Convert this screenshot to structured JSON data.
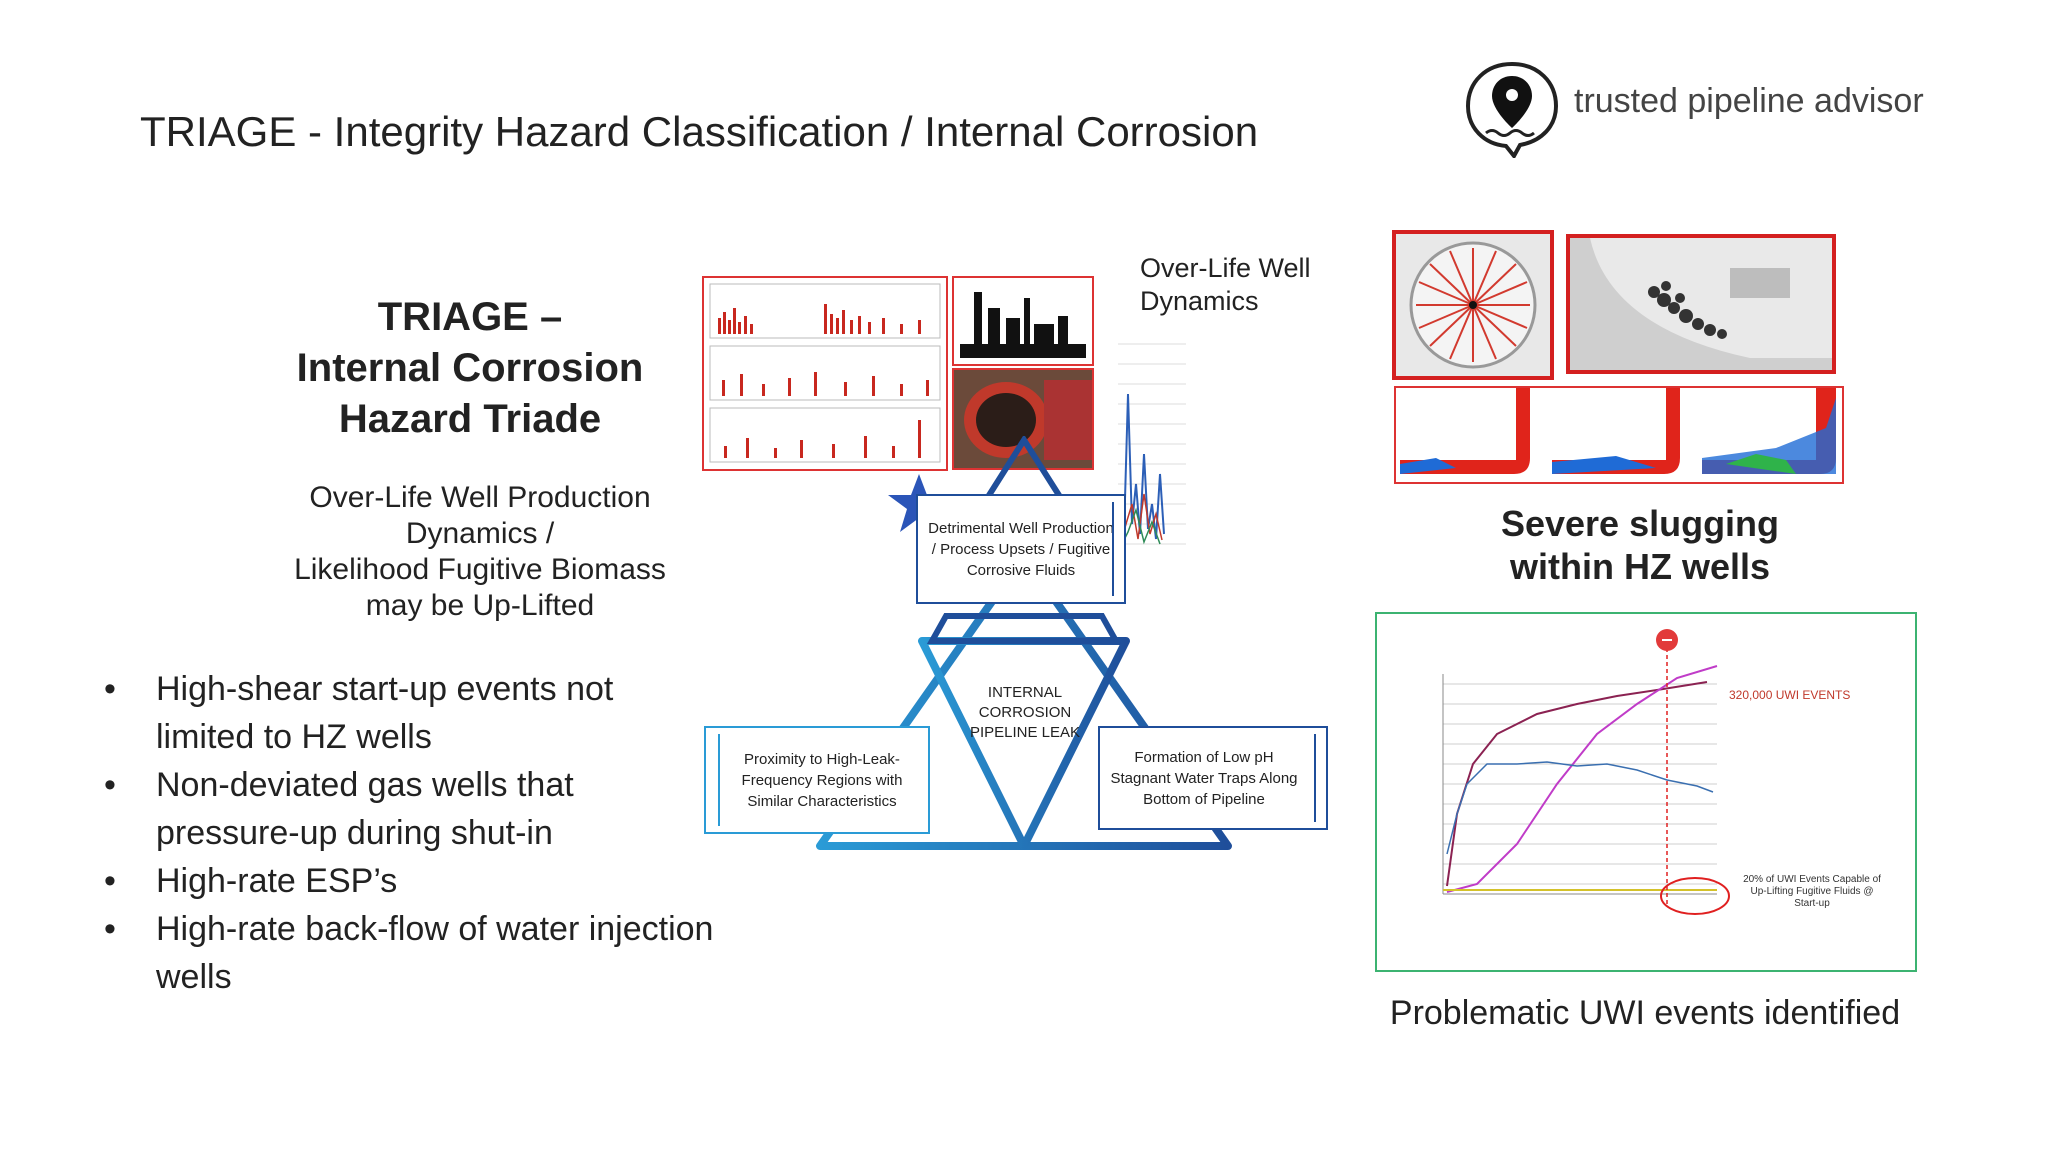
{
  "slide": {
    "title": "TRIAGE - Integrity Hazard Classification / Internal Corrosion"
  },
  "logo": {
    "brand_text": "trusted pipeline advisor",
    "icon": "map-pin-speech-bubble-icon"
  },
  "triade": {
    "heading_lines": [
      "TRIAGE –",
      "Internal Corrosion",
      "Hazard Triade"
    ],
    "subheading_lines": [
      "Over-Life Well Production",
      "Dynamics /",
      "Likelihood Fugitive Biomass",
      "may be Up-Lifted"
    ]
  },
  "bullets": [
    "High-shear start-up events not limited to HZ wells",
    "Non-deviated gas wells that pressure-up during shut-in",
    "High-rate ESP’s",
    "High-rate back-flow of water injection wells"
  ],
  "triangle": {
    "top_box": "Detrimental Well Production / Process Upsets / Fugitive Corrosive Fluids",
    "left_box": "Proximity to High-Leak-Frequency Regions with Similar Characteristics",
    "right_box": "Formation of Low pH Stagnant Water Traps Along Bottom of Pipeline",
    "centre": "INTERNAL CORROSION PIPELINE LEAK",
    "star_icon": "star-icon"
  },
  "overlife_label_lines": [
    "Over-Life Well",
    "Dynamics"
  ],
  "slugging_caption_lines": [
    "Severe slugging",
    "within HZ wells"
  ],
  "uwi_chart": {
    "annotation": "320,000 UWI EVENTS",
    "note_lines": [
      "20% of UWI Events Capable of",
      "Up-Lifting Fugitive Fluids @",
      "Start-up"
    ]
  },
  "uwi_caption": "Problematic UWI events identified",
  "colors": {
    "triangle_dark": "#1f4e9a",
    "triangle_light": "#2a9bd6",
    "frame_red": "#d42020",
    "chart_frame": "#3cb371"
  }
}
